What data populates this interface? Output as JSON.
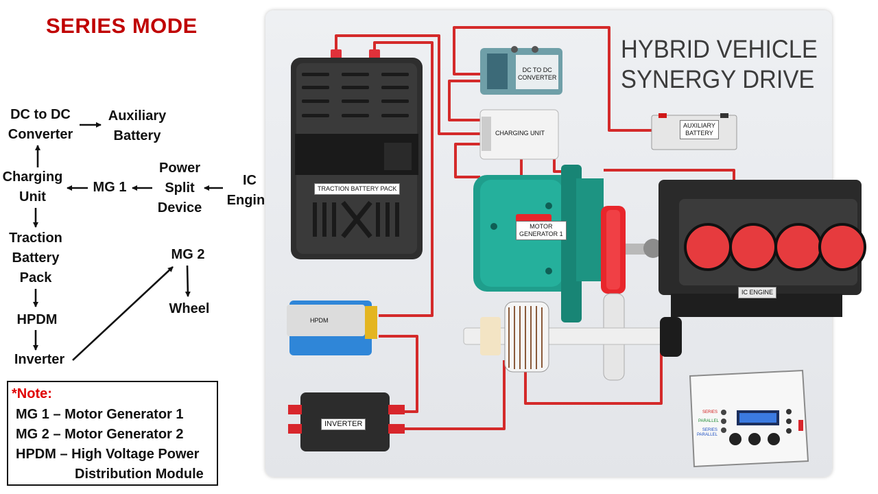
{
  "title": "SERIES MODE",
  "flow": {
    "dc_to_dc": "DC to DC\nConverter",
    "auxiliary_battery": "Auxiliary\nBattery",
    "charging_unit": "Charging\nUnit",
    "mg1": "MG 1",
    "power_split": "Power\nSplit\nDevice",
    "ic_engine": "IC\nEngine",
    "traction_battery": "Traction\nBattery\nPack",
    "hpdm": "HPDM",
    "inverter": "Inverter",
    "mg2": "MG 2",
    "wheel": "Wheel"
  },
  "note": {
    "heading": "*Note:",
    "lines": [
      "MG 1 – Motor Generator 1",
      "MG 2 – Motor Generator 2",
      "HPDM – High Voltage Power",
      "Distribution Module"
    ]
  },
  "board": {
    "title": "HYBRID VEHICLE\nSYNERGY DRIVE",
    "labels": {
      "traction_battery": "TRACTION BATTERY PACK",
      "dc_dc": "DC TO DC\nCONVERTER",
      "charging": "CHARGING UNIT",
      "aux_battery": "AUXILIARY\nBATTERY",
      "motor_gen": "MOTOR\nGENERATOR 1",
      "ic_engine": "IC ENGINE",
      "hpdm": "HPDM",
      "inverter": "INVERTER"
    },
    "panel": {
      "series": "SERIES",
      "parallel": "PARALLEL",
      "series_parallel": "SERIES\nPARALLEL"
    }
  },
  "colors": {
    "title": "#c00000",
    "note_heading": "#e00000",
    "wire": "#d42a2a",
    "motor": "#1f9e8c",
    "gear": "#e8262b"
  }
}
